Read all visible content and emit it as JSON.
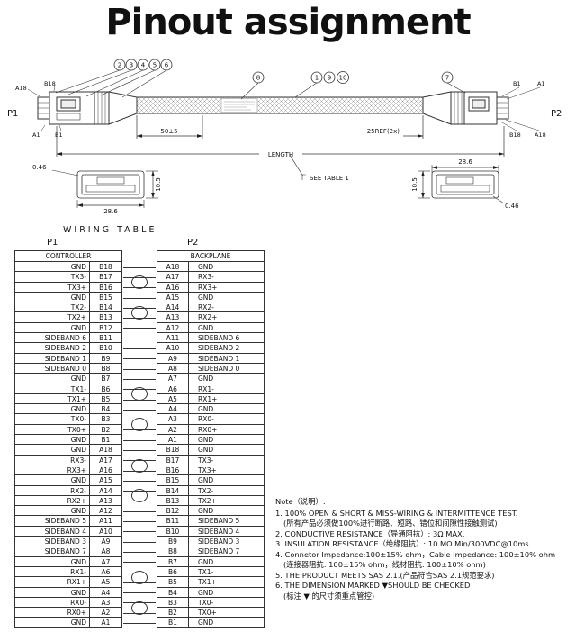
{
  "title": "Pinout assignment",
  "diagram": {
    "p1": "P1",
    "p2": "P2",
    "p1_pins": {
      "tl": "A18",
      "tr": "B18",
      "bl": "A1",
      "br": "B1"
    },
    "p2_pins": {
      "tl": "B1",
      "tr": "A1",
      "bl": "B18",
      "br": "A18"
    },
    "callouts": [
      "2",
      "3",
      "4",
      "5",
      "6",
      "8",
      "1",
      "9",
      "10",
      "7"
    ],
    "dims": {
      "d50": "50±5",
      "d25": "25REF(2x)",
      "length": "LENGTH",
      "see_table": "SEE TABLE 1",
      "left_t": "0.46",
      "left_h": "10.5",
      "left_w": "28.6",
      "right_w": "28.6",
      "right_h": "10.5",
      "right_t": "0.46"
    }
  },
  "wiring_table": {
    "title": "WIRING TABLE",
    "p1_label": "P1",
    "p2_label": "P2",
    "p1_header": "CONTROLLER",
    "p2_header": "BACKPLANE",
    "rows": [
      [
        "GND",
        "B18",
        "A18",
        "GND",
        0
      ],
      [
        "TX3-",
        "B17",
        "A17",
        "RX3-",
        1
      ],
      [
        "TX3+",
        "B16",
        "A16",
        "RX3+",
        0
      ],
      [
        "GND",
        "B15",
        "A15",
        "GND",
        0
      ],
      [
        "TX2-",
        "B14",
        "A14",
        "RX2-",
        1
      ],
      [
        "TX2+",
        "B13",
        "A13",
        "RX2+",
        0
      ],
      [
        "GND",
        "B12",
        "A12",
        "GND",
        0
      ],
      [
        "SIDEBAND 6",
        "B11",
        "A11",
        "SIDEBAND 6",
        0
      ],
      [
        "SIDEBAND 2",
        "B10",
        "A10",
        "SIDEBAND 2",
        0
      ],
      [
        "SIDEBAND 1",
        "B9",
        "A9",
        "SIDEBAND 1",
        0
      ],
      [
        "SIDEBAND 0",
        "B8",
        "A8",
        "SIDEBAND 0",
        0
      ],
      [
        "GND",
        "B7",
        "A7",
        "GND",
        0
      ],
      [
        "TX1-",
        "B6",
        "A6",
        "RX1-",
        1
      ],
      [
        "TX1+",
        "B5",
        "A5",
        "RX1+",
        0
      ],
      [
        "GND",
        "B4",
        "A4",
        "GND",
        0
      ],
      [
        "TX0-",
        "B3",
        "A3",
        "RX0-",
        1
      ],
      [
        "TX0+",
        "B2",
        "A2",
        "RX0+",
        0
      ],
      [
        "GND",
        "B1",
        "A1",
        "GND",
        0
      ],
      [
        "GND",
        "A18",
        "B18",
        "GND",
        0
      ],
      [
        "RX3-",
        "A17",
        "B17",
        "TX3-",
        1
      ],
      [
        "RX3+",
        "A16",
        "B16",
        "TX3+",
        0
      ],
      [
        "GND",
        "A15",
        "B15",
        "GND",
        0
      ],
      [
        "RX2-",
        "A14",
        "B14",
        "TX2-",
        1
      ],
      [
        "RX2+",
        "A13",
        "B13",
        "TX2+",
        0
      ],
      [
        "GND",
        "A12",
        "B12",
        "GND",
        0
      ],
      [
        "SIDEBAND 5",
        "A11",
        "B11",
        "SIDEBAND 5",
        0
      ],
      [
        "SIDEBAND 4",
        "A10",
        "B10",
        "SIDEBAND 4",
        0
      ],
      [
        "SIDEBAND 3",
        "A9",
        "B9",
        "SIDEBAND 3",
        0
      ],
      [
        "SIDEBAND 7",
        "A8",
        "B8",
        "SIDEBAND 7",
        0
      ],
      [
        "GND",
        "A7",
        "B7",
        "GND",
        0
      ],
      [
        "RX1-",
        "A6",
        "B6",
        "TX1-",
        1
      ],
      [
        "RX1+",
        "A5",
        "B5",
        "TX1+",
        0
      ],
      [
        "GND",
        "A4",
        "B4",
        "GND",
        0
      ],
      [
        "RX0-",
        "A3",
        "B3",
        "TX0-",
        1
      ],
      [
        "RX0+",
        "A2",
        "B2",
        "TX0+",
        0
      ],
      [
        "GND",
        "A1",
        "B1",
        "GND",
        0
      ]
    ]
  },
  "notes": {
    "heading": "Note（说明）:",
    "items": [
      {
        "en": "1. 100% OPEN & SHORT & MISS-WIRING & INTERMITTENCE TEST.",
        "zh": "(所有产品必须做100%进行断路、短路、错位和间隙性接触测试)"
      },
      {
        "en": "2. CONDUCTIVE RESISTANCE（导通阻抗）: 3Ω MAX.",
        "zh": ""
      },
      {
        "en": "3. INSULATION RESISTANCE（绝缘阻抗）: 10 MΩ Min/300VDC@10ms",
        "zh": ""
      },
      {
        "en": "4. Connetor Impedance:100±15% ohm，Cable Impedance:  100±10% ohm",
        "zh": "(连接器阻抗:  100±15% ohm，线材阻抗:  100±10% ohm)"
      },
      {
        "en": "5. THE PRODUCT MEETS SAS 2.1.(产品符合SAS 2.1规范要求)",
        "zh": ""
      },
      {
        "en": "6. THE DIMENSION MARKED ▼SHOULD BE CHECKED",
        "zh": "(标注 ▼ 的尺寸须重点管控)"
      }
    ]
  }
}
